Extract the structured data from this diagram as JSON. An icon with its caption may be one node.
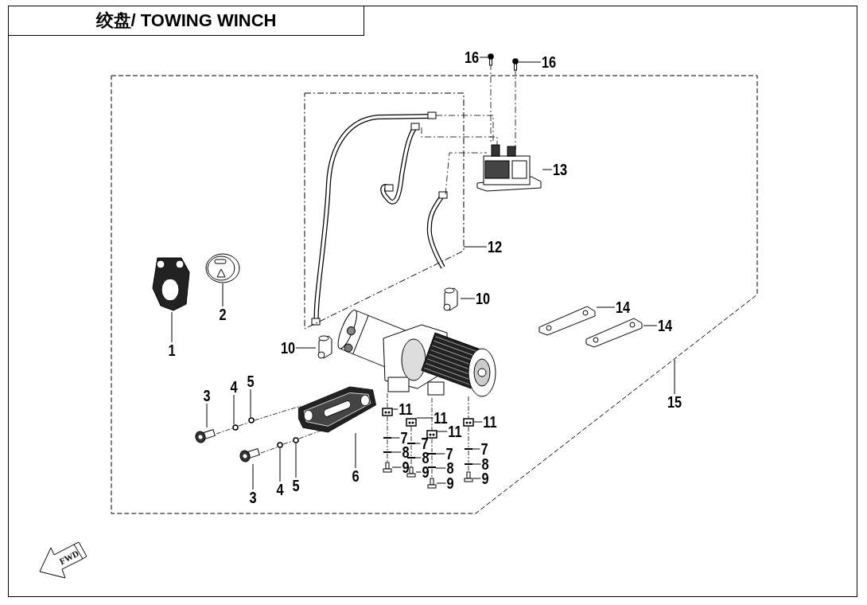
{
  "diagram": {
    "title": "绞盘/ TOWING WINCH",
    "nodes": [
      {
        "text": [
          "16"
        ]
      },
      {
        "text": [
          "16"
        ]
      },
      {
        "text": [],
        "shape": "box"
      },
      {
        "text": [],
        "shape": "box",
        "in": 2
      },
      {
        "text": [],
        "shape": "picture",
        "in": 2
      },
      {
        "text": [
          "13"
        ],
        "in": 2
      },
      {
        "text": [
          "12"
        ],
        "in": 2
      },
      {
        "text": [],
        "shape": "picture",
        "in": 2
      },
      {
        "text": [],
        "shape": "picture",
        "in": 2
      },
      {
        "text": [],
        "shape": "picture",
        "in": 2
      },
      {
        "text": [
          "10"
        ],
        "in": 2
      },
      {
        "text": [],
        "shape": "picture",
        "in": 2
      },
      {
        "text": [
          "14"
        ],
        "in": 2
      },
      {
        "text": [
          "2"
        ],
        "in": 2
      },
      {
        "text": [],
        "shape": "picture",
        "in": 2
      },
      {
        "text": [
          "14"
        ],
        "in": 2
      },
      {
        "text": [
          "1"
        ],
        "in": 2
      },
      {
        "text": [],
        "shape": "picture",
        "in": 2
      },
      {
        "text": [
          "10"
        ],
        "in": 2
      },
      {
        "text": [],
        "shape": "picture",
        "in": 2
      },
      {
        "text": [
          "15"
        ]
      },
      {
        "text": [
          "5"
        ],
        "in": 2
      },
      {
        "text": [
          "4"
        ],
        "in": 2
      },
      {
        "text": [
          "3"
        ],
        "in": 2
      },
      {
        "text": [
          "11"
        ],
        "in": 2
      },
      {
        "text": [
          "11"
        ],
        "in": 2
      },
      {
        "text": [
          "11"
        ],
        "in": 2
      },
      {
        "text": [
          "11"
        ],
        "in": 2
      },
      {
        "text": [
          "7"
        ],
        "in": 2
      },
      {
        "text": [
          "7"
        ],
        "in": 2
      },
      {
        "text": [
          "7"
        ],
        "in": 2
      },
      {
        "text": [
          "8"
        ],
        "in": 2
      },
      {
        "text": [
          "7"
        ],
        "in": 2
      },
      {
        "text": [
          "8"
        ],
        "in": 2
      },
      {
        "text": [
          "8"
        ],
        "in": 2
      },
      {
        "text": [
          "8"
        ],
        "in": 2
      },
      {
        "text": [
          "9"
        ],
        "in": 2
      },
      {
        "text": [
          "9"
        ],
        "in": 2
      },
      {
        "text": [
          "6"
        ],
        "in": 2
      },
      {
        "text": [
          "9"
        ],
        "in": 2
      },
      {
        "text": [
          "9"
        ],
        "in": 2
      },
      {
        "text": [
          "5"
        ],
        "in": 2
      },
      {
        "text": [
          "4"
        ],
        "in": 2
      },
      {
        "text": [
          "3"
        ],
        "in": 2
      },
      {
        "text": [],
        "shape": "bolt"
      },
      {
        "text": [],
        "shape": "bolt"
      },
      {
        "text": [],
        "shape": "circle",
        "in": 2
      },
      {
        "text": [],
        "shape": "circle",
        "in": 2
      },
      {
        "text": [],
        "shape": "bolt",
        "in": 2
      },
      {
        "text": [],
        "shape": "picture",
        "in": 2
      },
      {
        "text": [],
        "shape": "picture",
        "in": 2
      },
      {
        "text": [],
        "shape": "picture",
        "in": 2
      },
      {
        "text": [],
        "shape": "picture",
        "in": 2
      },
      {
        "text": [],
        "shape": "picture",
        "in": 2
      },
      {
        "text": [],
        "shape": "picture",
        "in": 2
      },
      {
        "text": [],
        "shape": "picture",
        "in": 2
      },
      {
        "text": [],
        "shape": "picture",
        "in": 2
      },
      {
        "text": [],
        "shape": "picture",
        "in": 2
      },
      {
        "text": [],
        "shape": "picture",
        "in": 2
      },
      {
        "text": [],
        "shape": "picture",
        "in": 2
      },
      {
        "text": [],
        "shape": "picture",
        "in": 2
      },
      {
        "text": [],
        "shape": "picture",
        "in": 2
      },
      {
        "text": [],
        "shape": "picture",
        "in": 2
      },
      {
        "text": [],
        "shape": "picture",
        "in": 2
      },
      {
        "text": [],
        "shape": "picture",
        "in": 2
      },
      {
        "text": [],
        "shape": "circle",
        "in": 2
      },
      {
        "text": [],
        "shape": "circle",
        "in": 2
      },
      {
        "text": [],
        "shape": "bolt",
        "in": 2
      }
    ],
    "edges": [
      {
        "from": 0,
        "to": 44,
        "arrow": "none"
      },
      {
        "from": 1,
        "to": 45,
        "arrow": "none"
      },
      {
        "from": 5,
        "to": 4,
        "arrow": "none"
      },
      {
        "from": 6,
        "to": 3,
        "arrow": "none"
      },
      {
        "from": 10,
        "to": 9,
        "arrow": "none"
      },
      {
        "from": 12,
        "to": 11,
        "arrow": "none"
      },
      {
        "from": 13,
        "to": 8,
        "arrow": "none"
      },
      {
        "from": 15,
        "to": 14,
        "arrow": "none"
      },
      {
        "from": 16,
        "to": 7,
        "arrow": "none"
      },
      {
        "from": 18,
        "to": 17,
        "arrow": "none"
      },
      {
        "from": 20,
        "to": 2,
        "arrow": "none"
      },
      {
        "from": 21,
        "to": 46,
        "arrow": "none"
      },
      {
        "from": 22,
        "to": 47,
        "arrow": "none"
      },
      {
        "from": 23,
        "to": 48,
        "arrow": "none"
      },
      {
        "from": 24,
        "to": 49,
        "arrow": "none"
      },
      {
        "from": 25,
        "to": 50,
        "arrow": "none"
      },
      {
        "from": 26,
        "to": 51,
        "arrow": "none"
      },
      {
        "from": 27,
        "to": 52,
        "arrow": "none"
      },
      {
        "from": 28,
        "to": 53,
        "arrow": "none"
      },
      {
        "from": 29,
        "to": 54,
        "arrow": "none"
      },
      {
        "from": 30,
        "to": 55,
        "arrow": "none"
      },
      {
        "from": 31,
        "to": 56,
        "arrow": "none"
      },
      {
        "from": 32,
        "to": 57,
        "arrow": "none"
      },
      {
        "from": 33,
        "to": 58,
        "arrow": "none"
      },
      {
        "from": 34,
        "to": 59,
        "arrow": "none"
      },
      {
        "from": 35,
        "to": 60,
        "arrow": "none"
      },
      {
        "from": 36,
        "to": 61,
        "arrow": "none"
      },
      {
        "from": 37,
        "to": 62,
        "arrow": "none"
      },
      {
        "from": 38,
        "to": 19,
        "arrow": "none"
      },
      {
        "from": 39,
        "to": 63,
        "arrow": "none"
      },
      {
        "from": 40,
        "to": 64,
        "arrow": "none"
      },
      {
        "from": 41,
        "to": 65,
        "arrow": "none"
      },
      {
        "from": 42,
        "to": 66,
        "arrow": "none"
      },
      {
        "from": 43,
        "to": 67,
        "arrow": "none"
      }
    ],
    "labels": [
      "FWD"
    ]
  }
}
